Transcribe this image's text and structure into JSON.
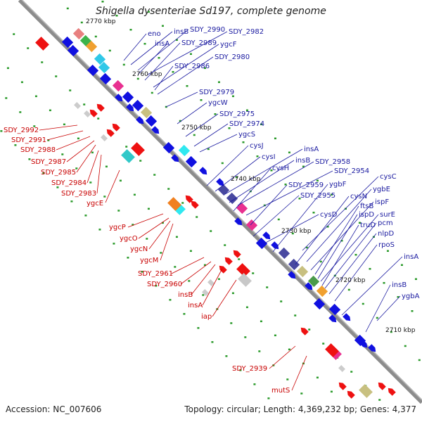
{
  "title": "Shigella dysenteriae Sd197, complete genome",
  "footer": {
    "accession": "Accession: NC_007606",
    "summary": "Topology: circular; Length: 4,369,232 bp; Genes: 4,377"
  },
  "scale_ticks": [
    "2770 kbp",
    "2760 kbp",
    "2750 kbp",
    "2740 kbp",
    "2730 kbp",
    "2720 kbp",
    "2710 kbp"
  ],
  "genes_forward": [
    "eno",
    "insB",
    "SDY_2990",
    "SDY_2982",
    "insA",
    "SDY_2989",
    "ygcF",
    "SDY_2980",
    "SDY_2986",
    "SDY_2979",
    "ygcW",
    "SDY_2975",
    "SDY_2974",
    "ygcS",
    "cysJ",
    "insA",
    "cysI",
    "insB",
    "SDY_2958",
    "cysH",
    "SDY_2954",
    "SDY_2959",
    "ygbF",
    "cysC",
    "cysN",
    "ygbE",
    "SDY_2955",
    "ispF",
    "ftsB",
    "cysD",
    "ispD",
    "surE",
    "truD",
    "pcm",
    "nlpD",
    "rpoS",
    "insA",
    "insB",
    "ygbA"
  ],
  "genes_reverse": [
    "SDY_2992",
    "SDY_2991",
    "SDY_2988",
    "SDY_2987",
    "SDY_2985",
    "SDY_2984",
    "SDY_2983",
    "ygcE",
    "ygcP",
    "ygcO",
    "ygcN",
    "ygcM",
    "SDY_2961",
    "SDY_2960",
    "insB",
    "insA",
    "iap",
    "SDY_2939",
    "mutS"
  ],
  "colors": {
    "forward_label": "#1a1aa0",
    "reverse_label": "#c80000",
    "backbone": "#8c8c8c"
  }
}
